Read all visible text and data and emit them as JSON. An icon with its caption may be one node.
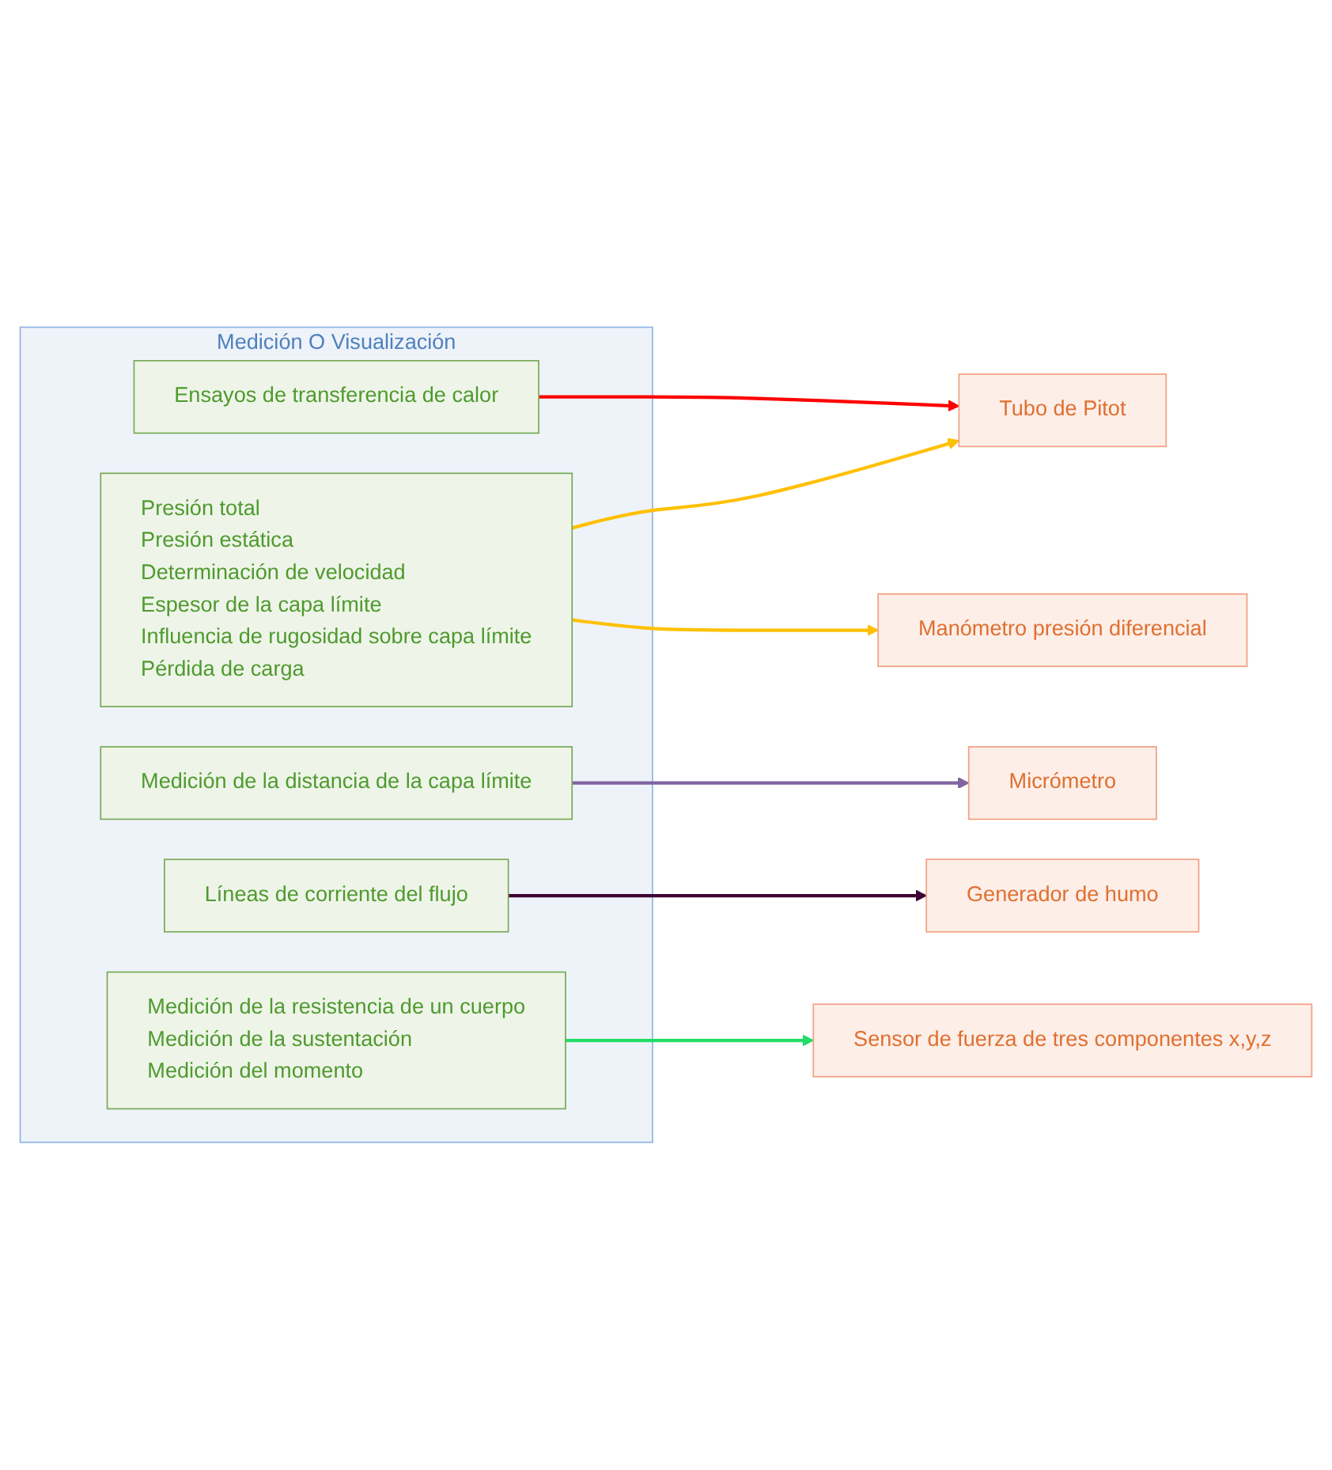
{
  "diagram": {
    "nodes": [
      {
        "text": [
          "Medición O Visualización"
        ]
      },
      {
        "text": [
          "Presión total",
          "Presión estática",
          "Determinación de velocidad",
          "Espesor de la capa límite",
          "Influencia de rugosidad sobre capa límite",
          "Pérdida de carga"
        ],
        "in": 0
      },
      {
        "text": [
          "Ensayos de transferencia de calor"
        ],
        "in": 0
      },
      {
        "text": [
          "Medición de la distancia de la capa límite"
        ],
        "in": 0
      },
      {
        "text": [
          "Líneas de corriente del flujo"
        ],
        "in": 0
      },
      {
        "text": [
          "Medición de la resistencia de un cuerpo",
          "Medición de la sustentación",
          "Medición del momento"
        ],
        "in": 0
      },
      {
        "text": [
          "Tubo de Pitot"
        ]
      },
      {
        "text": [
          "Manómetro presión diferencial"
        ]
      },
      {
        "text": [
          "Micrómetro"
        ]
      },
      {
        "text": [
          "Generador de humo"
        ]
      },
      {
        "text": [
          "Sensor de fuerza de tres componentes x,y,z"
        ]
      }
    ],
    "edges": [
      {
        "from": 1,
        "to": 6,
        "arrow": "to",
        "color": "#ffc000"
      },
      {
        "from": 1,
        "to": 7,
        "arrow": "to",
        "color": "#ffc000"
      },
      {
        "from": 2,
        "to": 6,
        "arrow": "to",
        "color": "#ff0000"
      },
      {
        "from": 3,
        "to": 8,
        "arrow": "to",
        "color": "#8064a2"
      },
      {
        "from": 4,
        "to": 9,
        "arrow": "to",
        "color": "#3f0033"
      },
      {
        "from": 5,
        "to": 10,
        "arrow": "to",
        "color": "#22dd66"
      }
    ]
  }
}
